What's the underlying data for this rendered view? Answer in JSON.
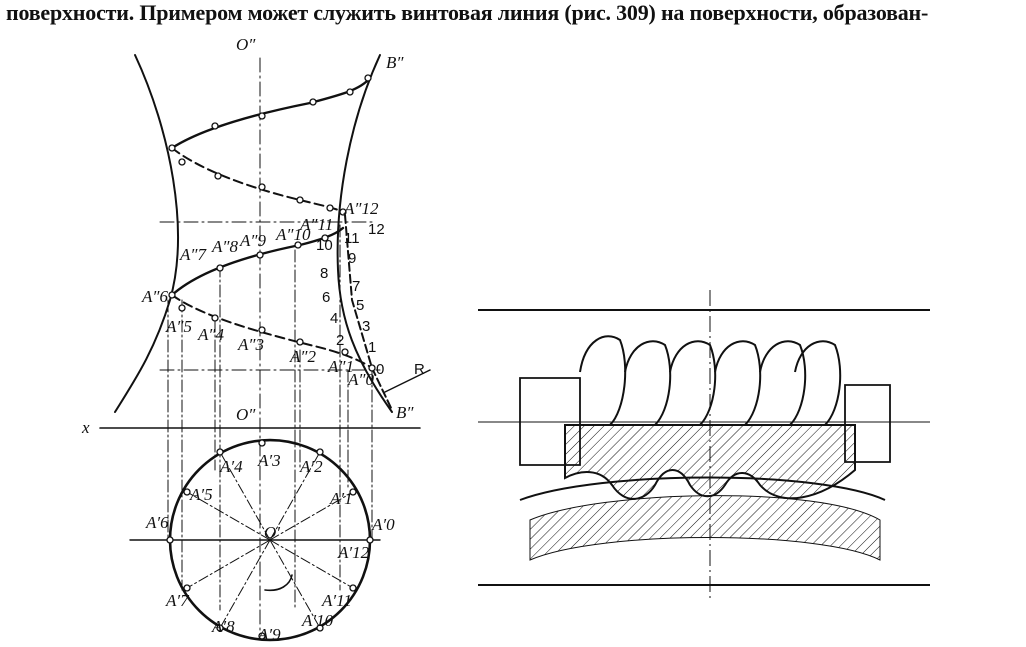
{
  "header": {
    "text": "поверхности. Примером может служить винтовая линия (рис. 309) на поверхности, образован-"
  },
  "labels": {
    "o_top": "O″",
    "o_mid": "O″",
    "o_plan": "O′",
    "b_top": "B″",
    "b_bottom": "B″",
    "x_axis": "x",
    "r": "R",
    "front_points": [
      "A″0",
      "A″1",
      "A″2",
      "A″3",
      "A″4",
      "A″5",
      "A″6",
      "A″7",
      "A″8",
      "A″9",
      "A″10",
      "A″11",
      "A″12"
    ],
    "plan_points": [
      "A′0",
      "A′1",
      "A′2",
      "A′3",
      "A′4",
      "A′5",
      "A′6",
      "A′7",
      "A′8",
      "A′9",
      "A′10",
      "A′11",
      "A′12"
    ],
    "numbers": [
      "0",
      "1",
      "2",
      "3",
      "4",
      "5",
      "6",
      "7",
      "8",
      "9",
      "10",
      "11",
      "12"
    ]
  }
}
